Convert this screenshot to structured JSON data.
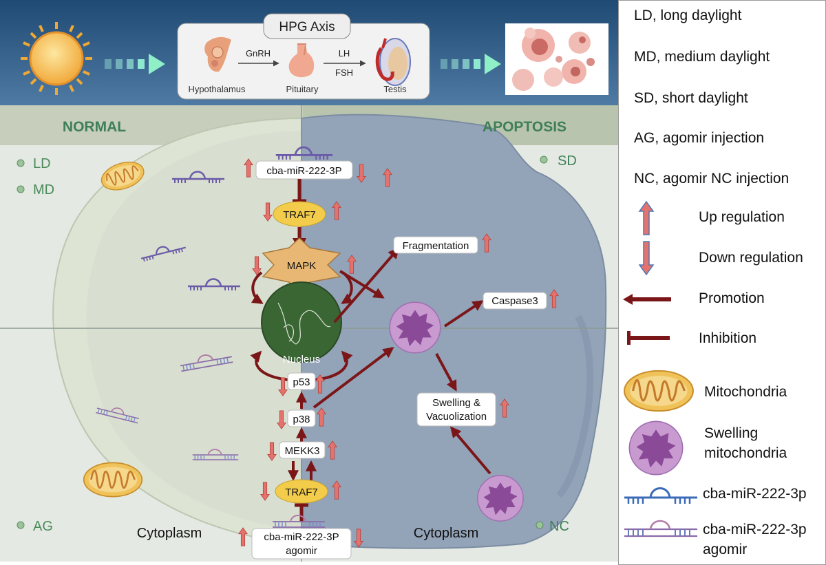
{
  "header": {
    "axis_title": "HPG Axis",
    "hypothalamus": "Hypothalamus",
    "pituitary": "Pituitary",
    "testis": "Testis",
    "gnrh": "GnRH",
    "lh": "LH",
    "fsh": "FSH"
  },
  "panel": {
    "normal": "NORMAL",
    "apoptosis": "APOPTOSIS",
    "ld": "LD",
    "md": "MD",
    "sd": "SD",
    "ag": "AG",
    "nc": "NC",
    "cytoplasm_left": "Cytoplasm",
    "cytoplasm_right": "Cytoplasm"
  },
  "pathway": {
    "mirna_top": "cba-miR-222-3P",
    "traf7_top": "TRAF7",
    "mapk": "MAPK",
    "nucleus": "Nucleus",
    "p53": "p53",
    "p38": "p38",
    "mekk3": "MEKK3",
    "traf7_bottom": "TRAF7",
    "agomir_line1": "cba-miR-222-3P",
    "agomir_line2": "agomir",
    "fragmentation": "Fragmentation",
    "caspase3": "Caspase3",
    "swelling_line1": "Swelling &",
    "swelling_line2": "Vacuolization"
  },
  "legend": {
    "ld": "LD, long daylight",
    "md": "MD, medium daylight",
    "sd": "SD, short daylight",
    "ag": "AG, agomir injection",
    "nc": "NC, agomir NC injection",
    "up": "Up regulation",
    "down": "Down regulation",
    "promotion": "Promotion",
    "inhibition": "Inhibition",
    "mitochondria": "Mitochondria",
    "swelling_line1": "Swelling",
    "swelling_line2": "mitochondria",
    "mirna": "cba-miR-222-3p",
    "agomir_line1": "cba-miR-222-3p",
    "agomir_line2": "agomir"
  },
  "colors": {
    "header_bg": "#2f5a86",
    "arrow_dark_red": "#7b1618",
    "up_down_fill": "#e4736d",
    "up_down_stroke": "#4a78b8",
    "traf7_fill": "#f2cc4a",
    "mapk_fill": "#e8b774",
    "nucleus_fill": "#3a6634",
    "label_green": "#4a8a5a"
  }
}
